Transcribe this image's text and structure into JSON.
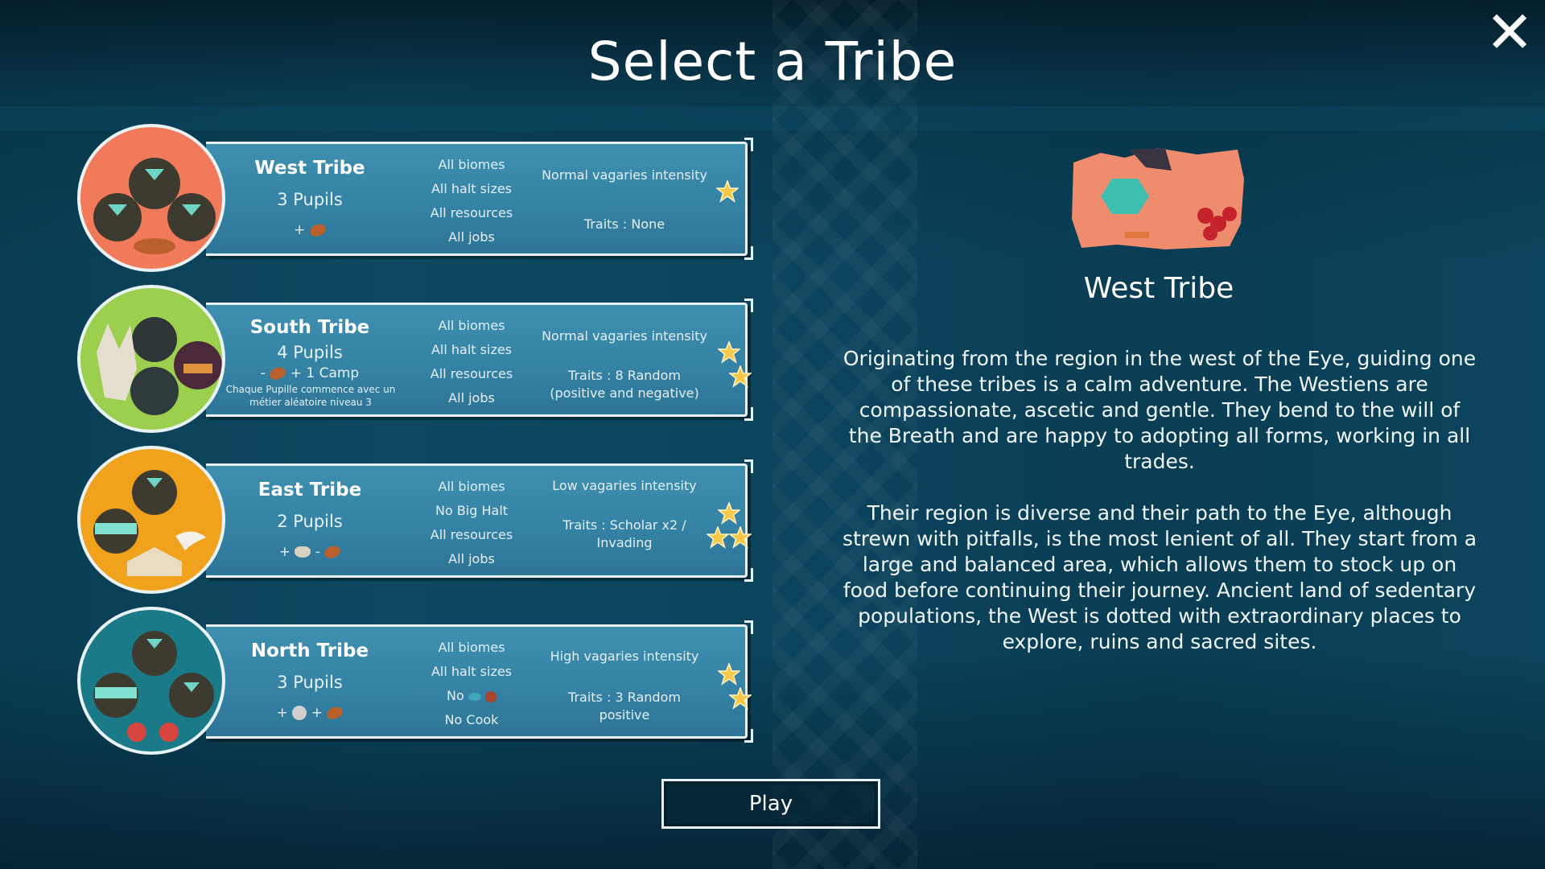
{
  "title": "Select a Tribe",
  "close_label": "✕",
  "tribes": [
    {
      "name": "West Tribe",
      "pupils": "3 Pupils",
      "bonus": "+",
      "biomes": "All biomes",
      "halts": "All halt sizes",
      "resources": "All resources",
      "jobs": "All jobs",
      "vagaries": "Normal vagaries intensity",
      "traits": "Traits : None",
      "stars": 1,
      "avatar_color": "#f07a5a"
    },
    {
      "name": "South Tribe",
      "pupils": "4 Pupils",
      "bonus_minus": "-",
      "bonus_plus": "+ 1 Camp",
      "note": "Chaque Pupille commence avec un métier aléatoire niveau 3",
      "biomes": "All biomes",
      "halts": "All halt sizes",
      "resources": "All resources",
      "jobs": "All jobs",
      "vagaries": "Normal vagaries intensity",
      "traits": "Traits : 8 Random (positive and negative)",
      "stars": 2,
      "avatar_color": "#9ccf4e"
    },
    {
      "name": "East Tribe",
      "pupils": "2 Pupils",
      "bonus_plus": "+",
      "bonus_minus": "-",
      "biomes": "All biomes",
      "halts": "No Big Halt",
      "resources": "All resources",
      "jobs": "All jobs",
      "vagaries": "Low vagaries intensity",
      "traits": "Traits : Scholar x2 / Invading",
      "stars": 3,
      "avatar_color": "#f0a21c"
    },
    {
      "name": "North Tribe",
      "pupils": "3 Pupils",
      "bonus_plus": "+",
      "bonus_plus2": "+",
      "biomes": "All biomes",
      "halts": "All halt sizes",
      "resources": "No",
      "jobs": "No Cook",
      "vagaries": "High vagaries intensity",
      "traits": "Traits : 3 Random positive",
      "stars": 2,
      "avatar_color": "#1a7a88"
    }
  ],
  "selected": {
    "name": "West Tribe",
    "paragraph1": "Originating from the region in the west of the Eye, guiding one of these tribes is a calm adventure. The Westiens are compassionate, ascetic and gentle. They bend to the will of the Breath and are happy to adopting all forms, working in all trades.",
    "paragraph2": "Their region is diverse and their path to the Eye, although strewn with pitfalls, is the most lenient of all. They start from a large and balanced area, which allows them to stock up on food before continuing their journey. Ancient land of sedentary populations, the West is dotted with extraordinary places to explore, ruins and sacred sites."
  },
  "play_label": "Play"
}
